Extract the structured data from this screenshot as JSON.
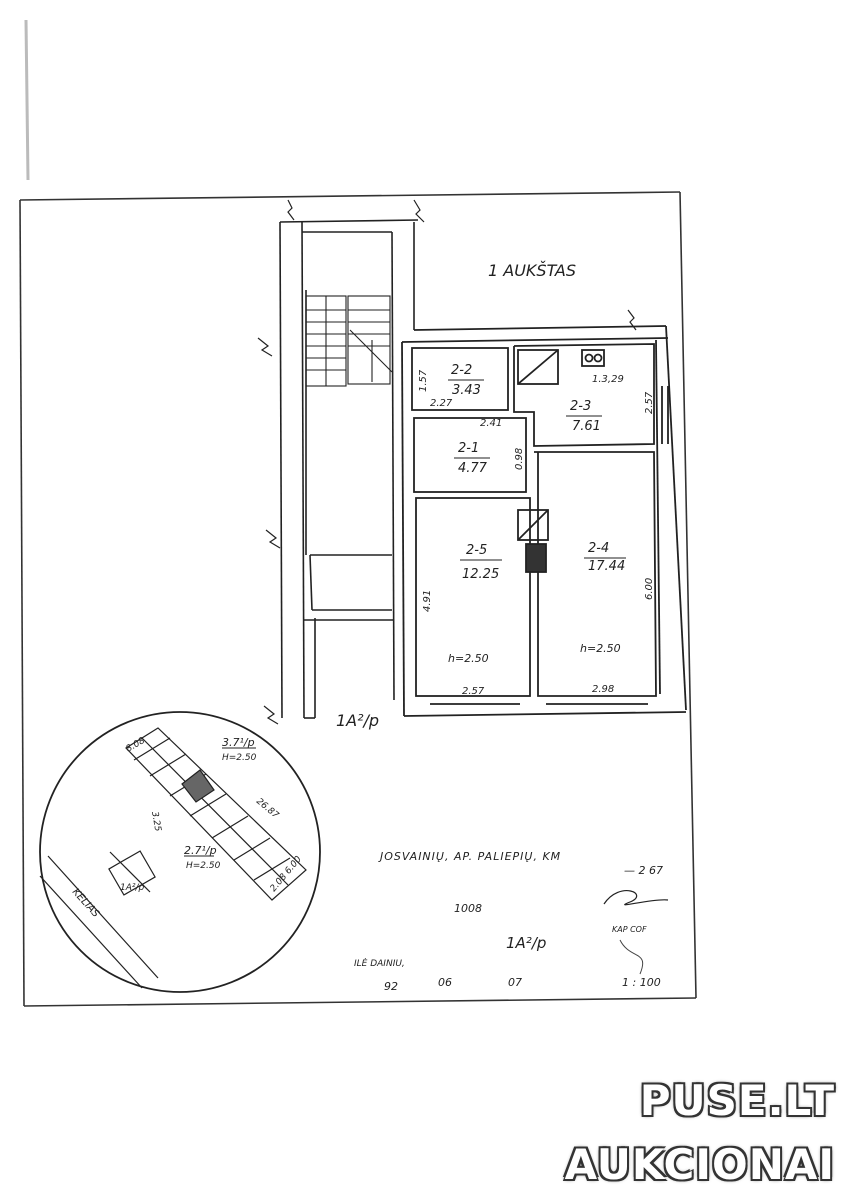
{
  "floor_title": "1 AUKŠTAS",
  "rooms": {
    "r22": {
      "id": "2-2",
      "area": "3.43"
    },
    "r23": {
      "id": "2-3",
      "area": "7.61"
    },
    "r21": {
      "id": "2-1",
      "area": "4.77"
    },
    "r25": {
      "id": "2-5",
      "area": "12.25",
      "height": "h=2.50"
    },
    "r24": {
      "id": "2-4",
      "area": "17.44",
      "height": "h=2.50"
    }
  },
  "dimensions": {
    "d157": "1.57",
    "d227": "2.27",
    "d241": "2.41",
    "d098": "0.98",
    "d257_left": "2.57",
    "d491": "4.91",
    "d600": "6.00",
    "d257": "2.57",
    "d298": "2.98",
    "d329": "1.3,29"
  },
  "building_mark": "1A²/p",
  "site_plan": {
    "top_left": "8.08",
    "label_top": "3.7¹/p",
    "label_top_h": "H=2.50",
    "length": "26.87",
    "side": "3.25",
    "label_bottom": "2.7¹/p",
    "label_bottom_h": "H=2.50",
    "bottom_dims": "2.08  6.00",
    "shed": "1A²/p",
    "road": "KELIAS"
  },
  "stamp": {
    "address": "JOSVAINIŲ, AP.   PALIEPIŲ, KM",
    "number": "1008",
    "mark": "1A²/p",
    "code": "— 2 67",
    "label_left": "ILĖ DAINIU,",
    "date_year": "92",
    "date_month": "06",
    "date_day": "07",
    "scale": "1 : 100",
    "cor": "KAP COF"
  },
  "watermark": {
    "line1": "PUSE.LT",
    "line2": "AUKCIONAI"
  }
}
